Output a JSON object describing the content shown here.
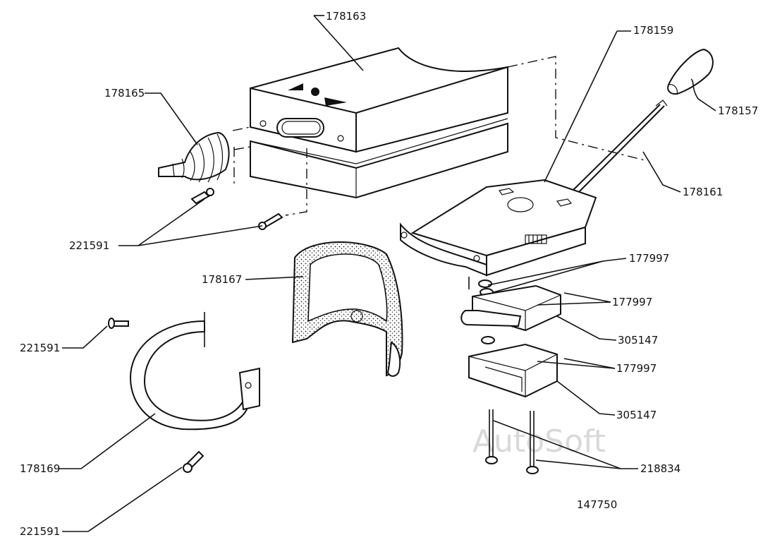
{
  "labels": {
    "p178163": "178163",
    "p178159": "178159",
    "p178157": "178157",
    "p178165": "178165",
    "p178161": "178161",
    "p221591_a": "221591",
    "p178167": "178167",
    "p177997_a": "177997",
    "p177997_b": "177997",
    "p305147_a": "305147",
    "p221591_b": "221591",
    "p177997_c": "177997",
    "p305147_b": "305147",
    "p218834": "218834",
    "p178169": "178169",
    "p221591_c": "221591",
    "drawing_no": "147750"
  },
  "watermark": "AutoSoft"
}
